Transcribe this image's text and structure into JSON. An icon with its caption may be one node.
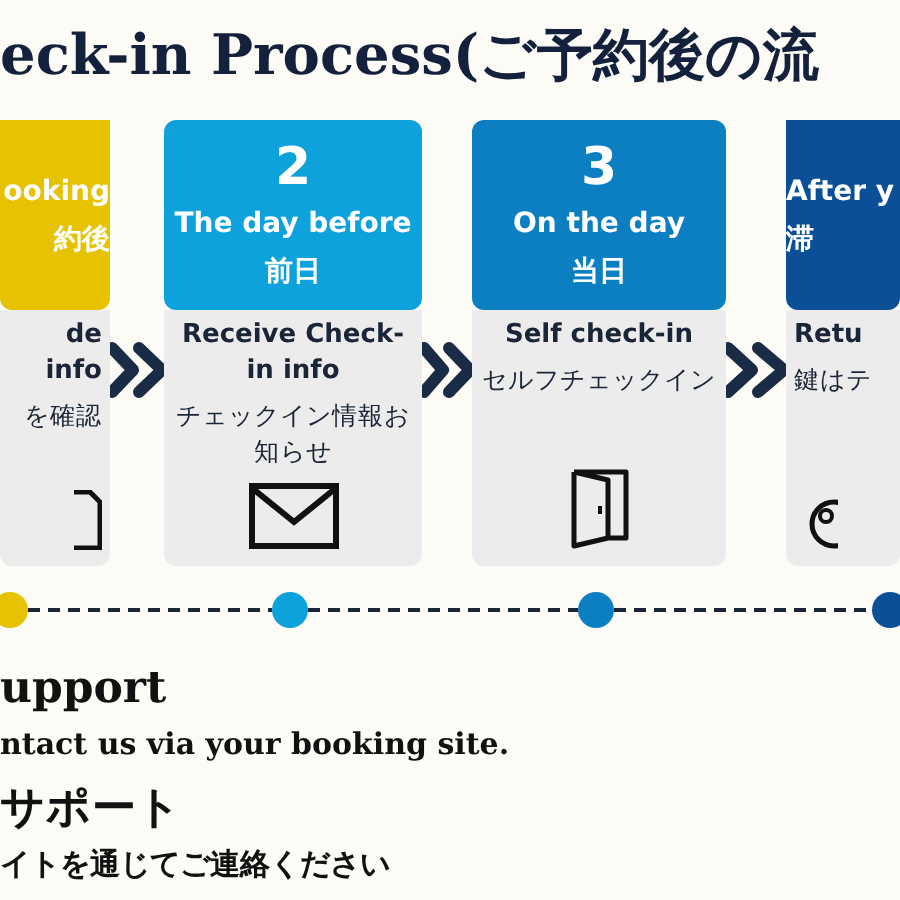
{
  "diagram": {
    "title": "eck-in Process(ご予約後の流",
    "nodes": [
      {
        "text": [
          "ooking",
          "約後",
          "de info",
          "を確認"
        ]
      },
      {
        "text": [
          "2",
          "The day before",
          "前日",
          "Receive Check-in info",
          "チェックイン情報お知らせ"
        ]
      },
      {
        "text": [
          "3",
          "On the day",
          "当日",
          "Self check-in",
          "セルフチェックイン"
        ]
      },
      {
        "text": [
          "After y",
          "滞",
          "Retu",
          "鍵はテ"
        ]
      },
      {
        "text": [],
        "shape": "circle"
      },
      {
        "text": [],
        "shape": "circle"
      },
      {
        "text": [],
        "shape": "circle"
      },
      {
        "text": [],
        "shape": "circle"
      }
    ],
    "edges": [
      {
        "from": 0,
        "to": 1,
        "arrow": "to",
        "style": "thick"
      },
      {
        "from": 1,
        "to": 2,
        "arrow": "to",
        "style": "thick"
      },
      {
        "from": 2,
        "to": 3,
        "arrow": "to",
        "style": "thick"
      },
      {
        "from": 4,
        "to": 5,
        "arrow": "none",
        "style": "dashed"
      },
      {
        "from": 5,
        "to": 6,
        "arrow": "none",
        "style": "dashed"
      },
      {
        "from": 6,
        "to": 7,
        "arrow": "none",
        "style": "dashed"
      }
    ],
    "labels": [
      "upport",
      "ntact us via your booking site.",
      "サポート",
      "イトを通じてご連絡ください"
    ]
  }
}
